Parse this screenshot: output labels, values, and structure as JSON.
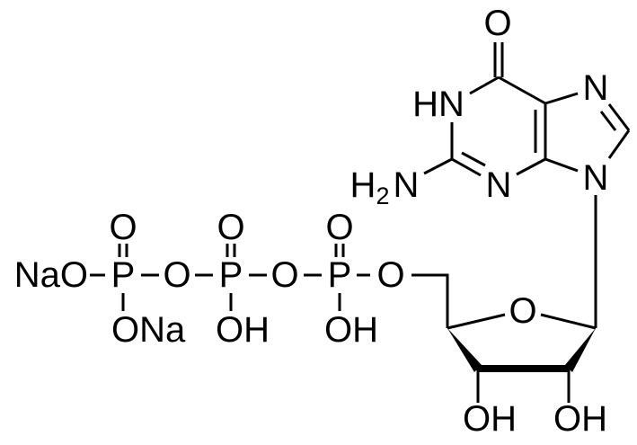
{
  "molecule": {
    "labels": {
      "carbonyl_o": "O",
      "n1": "HN",
      "n3": "N",
      "n7": "N",
      "n9": "N",
      "amine_h": "H",
      "amine_sub": "2",
      "amine_n": "N",
      "ring_o": "O",
      "oh_3": "OH",
      "oh_2": "OH",
      "o5": "O",
      "pa": "P",
      "pa_o_top": "O",
      "pa_oh": "OH",
      "o_ab": "O",
      "pb": "P",
      "pb_o_top": "O",
      "pb_oh": "OH",
      "o_bg": "O",
      "pg": "P",
      "pg_o_top": "O",
      "pg_ona": "ONa",
      "nao": "NaO"
    },
    "colors": {
      "line": "#000000",
      "background": "#ffffff"
    }
  }
}
